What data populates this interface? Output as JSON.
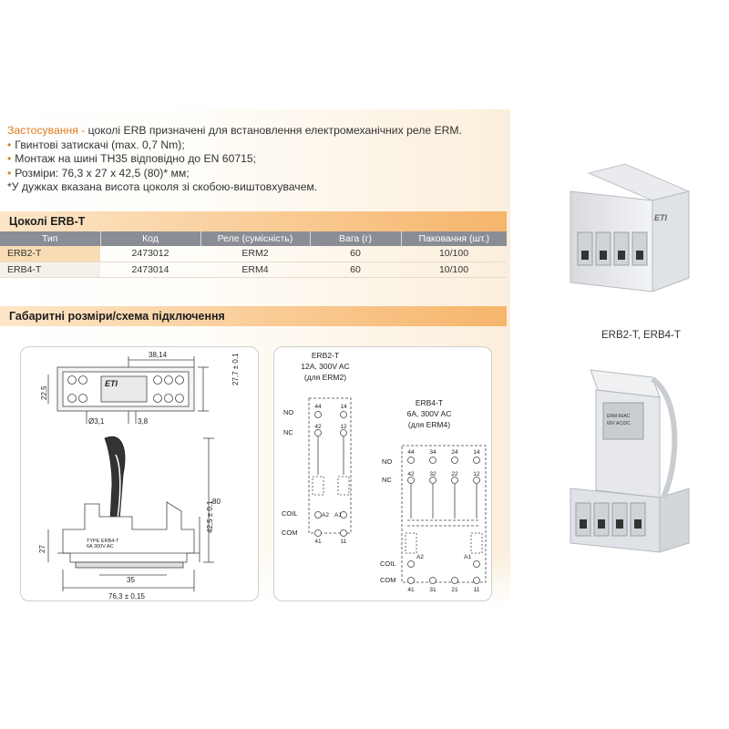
{
  "usage": {
    "lead": "Застосування - ",
    "text": "цоколі ERB призначені для встановлення електромеханічних реле ERM.",
    "bullets": [
      "Гвинтові затискачі (max. 0,7 Nm);",
      "Монтаж на шині ТН35 відповідно до EN 60715;",
      "Розміри: 76,3 x 27 x 42,5 (80)* мм;"
    ],
    "note": "*У дужках вказана висота цоколя зі скобою-виштовхувачем."
  },
  "table": {
    "title": "Цоколі ERB-T",
    "headers": [
      "Тип",
      "Код",
      "Реле (сумісність)",
      "Вага (г)",
      "Паковання (шт.)"
    ],
    "rows": [
      [
        "ERB2-T",
        "2473012",
        "ERM2",
        "60",
        "10/100"
      ],
      [
        "ERB4-T",
        "2473014",
        "ERM4",
        "60",
        "10/100"
      ]
    ]
  },
  "dimensions": {
    "title": "Габаритні розміри/схема підключення",
    "labels": {
      "w_top": "38,14",
      "h_left": "22,5",
      "h_right": "27,7 ± 0,1",
      "hole": "Ø3,1",
      "gap": "3,8",
      "h_total": "80",
      "h_body": "42,5 ± 0,1",
      "h_base": "27",
      "w_mid": "35",
      "w_total": "76,3 ± 0,15",
      "logo": "ETI",
      "type_line1": "TYPE  ERB4-T",
      "type_line2": "6A  300V AC"
    }
  },
  "schematic": {
    "erb2": {
      "title": "ERB2-T",
      "rating": "12A, 300V AC",
      "compat": "(для ERM2)",
      "top": [
        "44",
        "14"
      ],
      "mid": [
        "42",
        "12"
      ],
      "coil": [
        "A2",
        "A1"
      ],
      "bottom": [
        "41",
        "11"
      ]
    },
    "erb4": {
      "title": "ERB4-T",
      "rating": "6A, 300V AC",
      "compat": "(для ERM4)",
      "top": [
        "44",
        "34",
        "24",
        "14"
      ],
      "mid": [
        "42",
        "32",
        "22",
        "12"
      ],
      "coil": [
        "A2",
        "A1"
      ],
      "bottom": [
        "41",
        "31",
        "21",
        "11"
      ]
    },
    "labels": {
      "no": "NO",
      "nc": "NC",
      "coil": "COIL",
      "com": "COM"
    }
  },
  "product": {
    "caption": "ERB2-T, ERB4-T",
    "brand": "ETI",
    "relay_line1": "ERM-60AC",
    "relay_line2": "60V AC/DC"
  },
  "colors": {
    "accent": "#e07c1c",
    "table_header": "#8a8d93",
    "section_bar": "#f6b56b"
  }
}
